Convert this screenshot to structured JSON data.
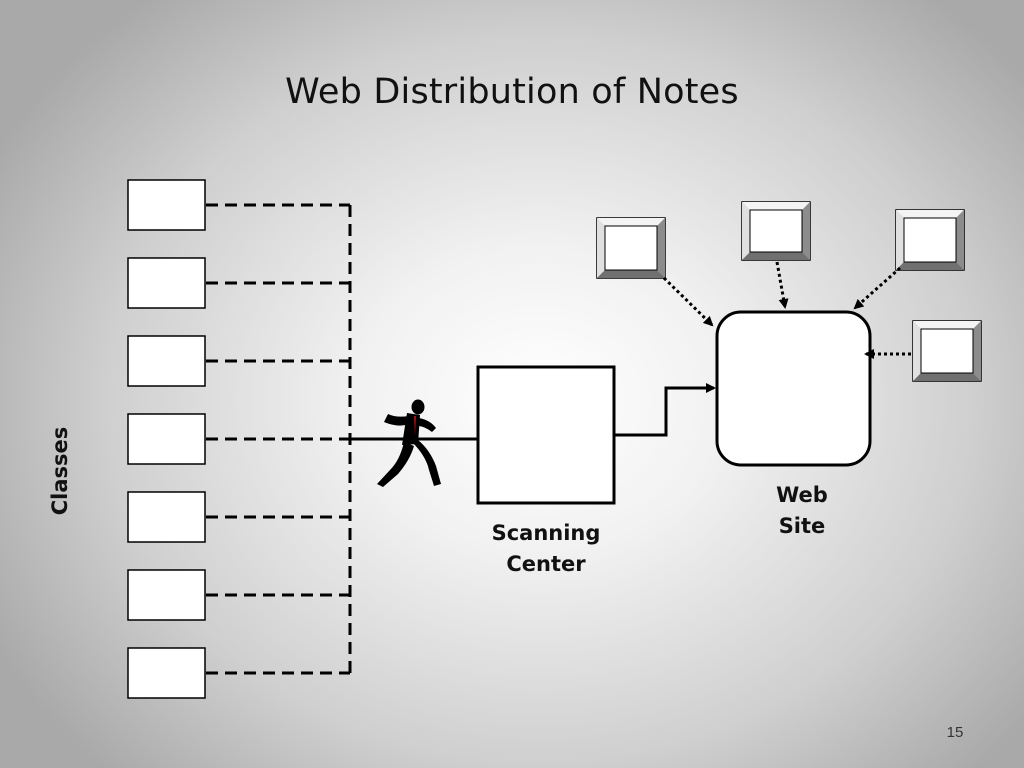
{
  "title": "Web Distribution of Notes",
  "labels": {
    "classes": "Classes",
    "scanning_center": "Scanning\nCenter",
    "web_site": "Web\nSite"
  },
  "class_box_count": 7,
  "client_terminal_count": 4,
  "page_number": "15",
  "colors": {
    "stroke": "#000000",
    "box_fill": "#ffffff",
    "text": "#111111"
  }
}
